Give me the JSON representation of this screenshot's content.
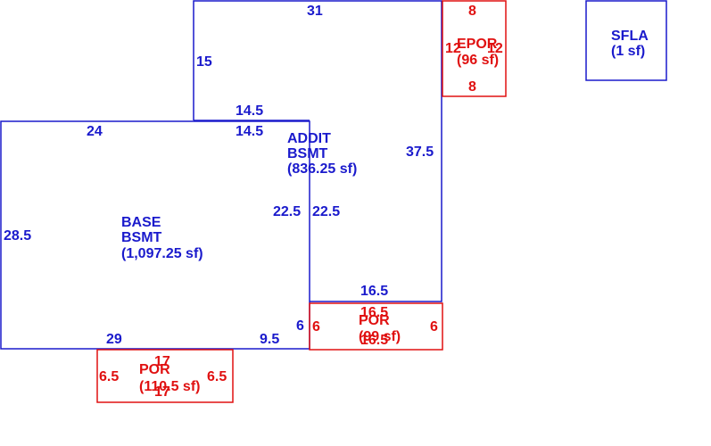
{
  "colors": {
    "main": "#1a1acc",
    "porch": "#e01010"
  },
  "areas": {
    "addit_bsmt": {
      "line1": "ADDIT",
      "line2": "BSMT",
      "area": "(836.25 sf)",
      "dims": {
        "top": "31",
        "left_upper": "15",
        "right": "37.5",
        "step_a": "14.5",
        "step_b": "14.5",
        "inner_a": "22.5",
        "inner_b": "22.5",
        "bottom": "16.5"
      }
    },
    "base_bsmt": {
      "line1": "BASE",
      "line2": "BSMT",
      "area": "(1,097.25 sf)",
      "dims": {
        "top": "24",
        "left": "28.5",
        "bottom": "29",
        "bottom_right": "9.5",
        "notch": "6"
      }
    },
    "epor": {
      "line1": "EPOR",
      "area": "(96 sf)",
      "dims": {
        "top": "8",
        "bottom": "8",
        "left": "12",
        "right": "12"
      }
    },
    "por_right": {
      "line1": "POR",
      "area": "(99 sf)",
      "dims": {
        "top": "16.5",
        "bottom": "16.5",
        "left": "6",
        "right": "6"
      }
    },
    "por_bottom": {
      "line1": "POR",
      "area": "(110.5 sf)",
      "dims": {
        "top": "17",
        "bottom": "17",
        "left": "6.5",
        "right": "6.5"
      }
    },
    "sfla": {
      "line1": "SFLA",
      "area": "(1 sf)"
    }
  }
}
